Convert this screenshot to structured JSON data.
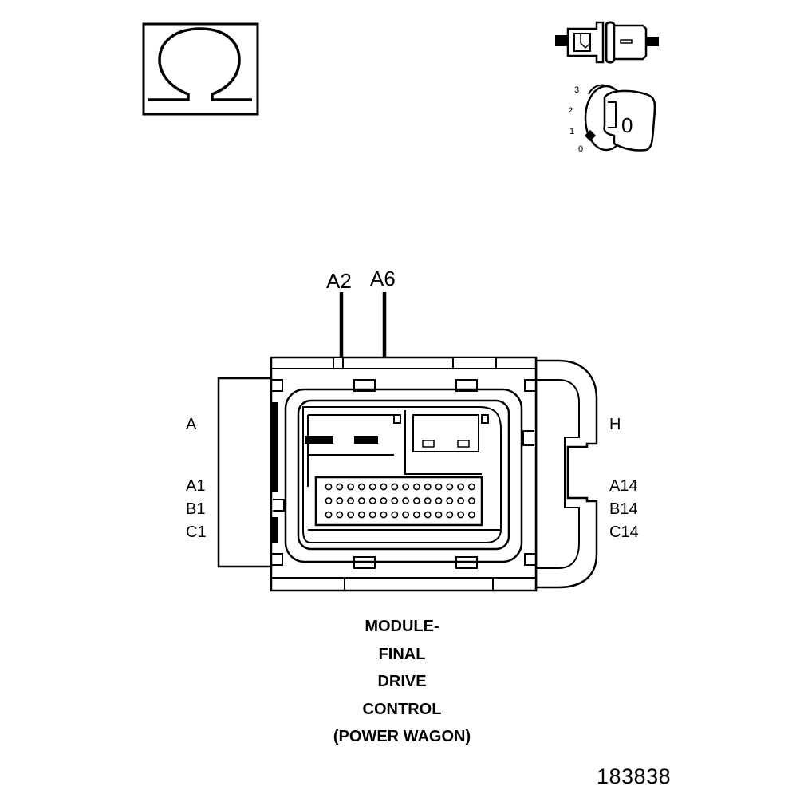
{
  "symbols": {
    "ohm_icon": "ohm-symbol-icon",
    "connector_icon": "connector-disconnected-icon",
    "ignition_icon": "ignition-key-off-icon"
  },
  "ignition": {
    "positions": [
      "3",
      "2",
      "1",
      "0"
    ],
    "key_label": "0"
  },
  "pin_callouts": {
    "a2": "A2",
    "a6": "A6"
  },
  "connector": {
    "left_top": "A",
    "right_top": "H",
    "left_rows": [
      "A1",
      "B1",
      "C1"
    ],
    "right_rows": [
      "A14",
      "B14",
      "C14"
    ],
    "pin_rows": 3,
    "pins_per_row": 14
  },
  "caption": {
    "lines": [
      "MODULE-",
      "FINAL",
      "DRIVE",
      "CONTROL",
      "(POWER WAGON)"
    ]
  },
  "figure_number": "183838"
}
